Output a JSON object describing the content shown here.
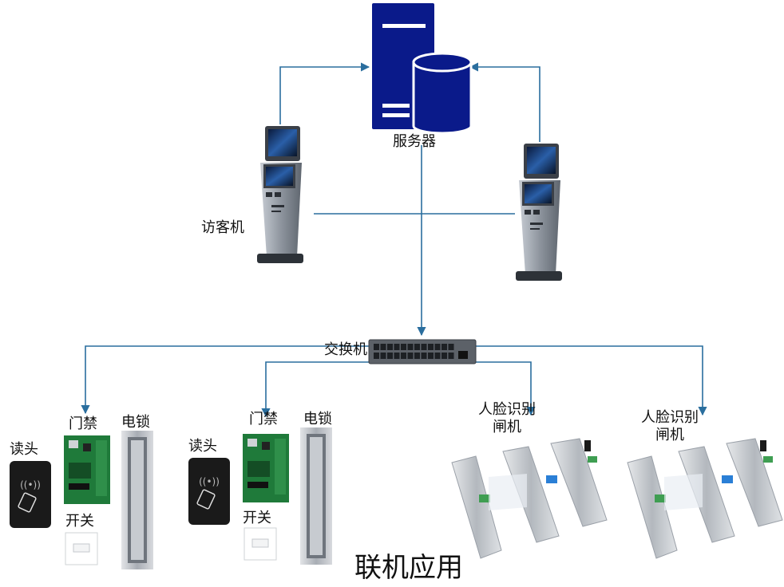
{
  "labels": {
    "server": "服务器",
    "kiosk": "访客机",
    "switch": "交换机",
    "access_control_1": "门禁",
    "electric_lock_1": "电锁",
    "reader_1": "读头",
    "button_1": "开关",
    "access_control_2": "门禁",
    "electric_lock_2": "电锁",
    "reader_2": "读头",
    "button_2": "开关",
    "gate_1_line1": "人脸识别",
    "gate_1_line2": "闸机",
    "gate_2_line1": "人脸识别",
    "gate_2_line2": "闸机",
    "footer_title": "联机应用"
  },
  "colors": {
    "server": "#0a1a8a",
    "line": "#2a6e9e",
    "kiosk_body": "#9aa0a8",
    "pcb": "#1f7a3a",
    "reader": "#1a1a1a",
    "gate": "#c9ccd1"
  }
}
